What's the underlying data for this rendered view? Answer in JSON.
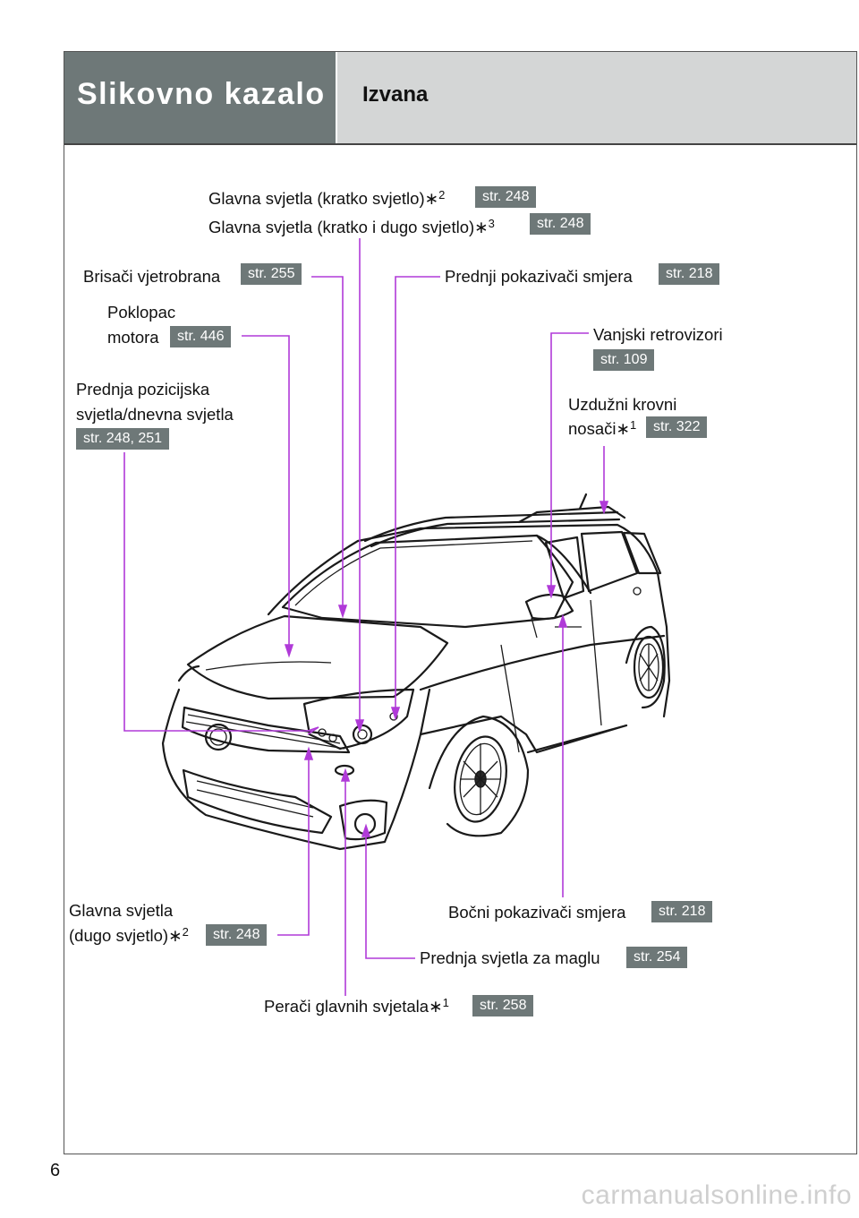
{
  "header": {
    "section": "Slikovno kazalo",
    "title": "Izvana"
  },
  "labels": {
    "headlights_low": {
      "text": "Glavna svjetla (kratko svjetlo)",
      "mark": "∗",
      "sup": "2",
      "ref": "str. 248"
    },
    "headlights_low_high": {
      "text": "Glavna svjetla (kratko i dugo svjetlo)",
      "mark": "∗",
      "sup": "3",
      "ref": "str. 248"
    },
    "wipers": {
      "text": "Brisači vjetrobrana",
      "ref": "str. 255"
    },
    "front_turn": {
      "text": "Prednji pokazivači smjera",
      "ref": "str. 218"
    },
    "hood": {
      "line1": "Poklopac",
      "line2": "motora",
      "ref": "str. 446"
    },
    "mirrors": {
      "text": "Vanjski retrovizori",
      "ref": "str. 109"
    },
    "position_lights": {
      "line1": "Prednja pozicijska",
      "line2": "svjetla/dnevna svjetla",
      "ref": "str. 248, 251"
    },
    "roof_rails": {
      "line1": "Uzdužni krovni",
      "line2": "nosači",
      "mark": "∗",
      "sup": "1",
      "ref": "str. 322"
    },
    "side_turn": {
      "text": "Bočni pokazivači smjera",
      "ref": "str. 218"
    },
    "headlights_high": {
      "line1": "Glavna svjetla",
      "line2": "(dugo svjetlo)",
      "mark": "∗",
      "sup": "2",
      "ref": "str. 248"
    },
    "fog_lights": {
      "text": "Prednja svjetla za maglu",
      "ref": "str. 254"
    },
    "washers": {
      "text": "Perači glavnih svjetala",
      "mark": "∗",
      "sup": "1",
      "ref": "str. 258"
    }
  },
  "page_number": "6",
  "watermark": "carmanualsonline.info",
  "colors": {
    "header_dark": "#6e7878",
    "header_light": "#d4d6d6",
    "ref_badge": "#6e7878",
    "leader": "#b03ad8"
  }
}
